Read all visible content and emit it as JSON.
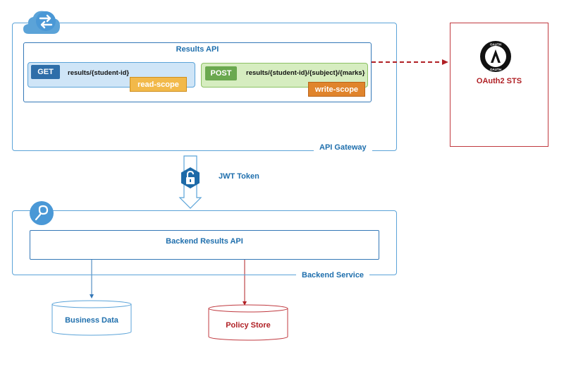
{
  "api_gateway": {
    "label": "API Gateway",
    "icon": "cloud-transfer-icon"
  },
  "results_api": {
    "title": "Results API",
    "get": {
      "method": "GET",
      "path": "results/{student-id}",
      "scope": "read-scope"
    },
    "post": {
      "method": "POST",
      "path": "results/{student-id}/{subject}/{marks}",
      "scope": "write-scope"
    }
  },
  "sts": {
    "label": "OAuth2 STS",
    "icon": "oauth-logo-icon",
    "logo_text_top": "OAUTH",
    "logo_text_bottom": "OAUTH"
  },
  "token": {
    "label": "JWT Token",
    "icon": "unlocked-padlock-icon"
  },
  "backend_service": {
    "label": "Backend Service",
    "icon": "backend-service-icon",
    "api_title": "Backend Results API"
  },
  "stores": {
    "business": "Business Data",
    "policy": "Policy Store"
  },
  "colors": {
    "blue": "#1f6fad",
    "light_blue": "#5ba3d8",
    "red": "#b02025",
    "get_blue": "#2e6ea9",
    "post_green": "#6aa84f",
    "read_scope": "#f2b94a",
    "write_scope": "#e0842c"
  }
}
